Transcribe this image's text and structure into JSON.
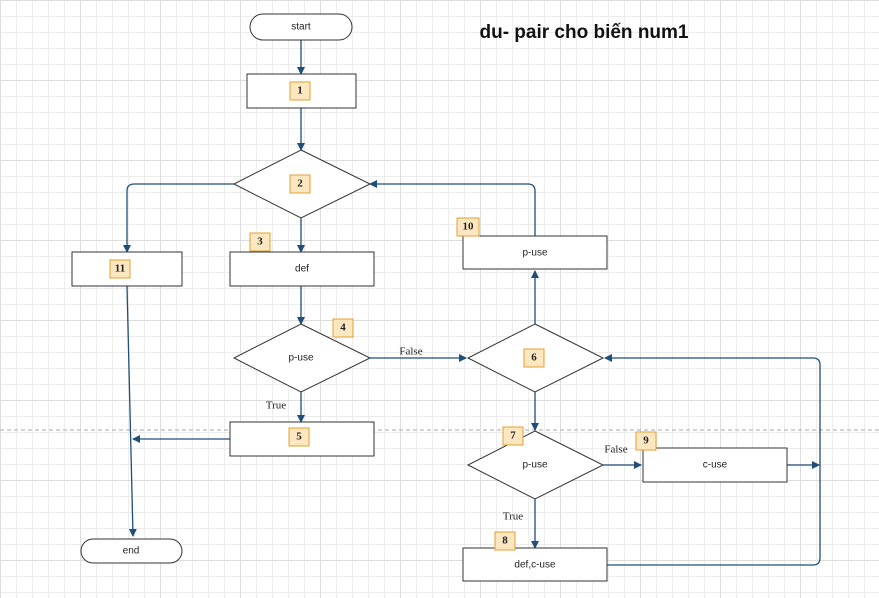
{
  "title": "du- pair cho biến num1",
  "nodes": {
    "start": {
      "text": "start"
    },
    "n1": {
      "badge": "1",
      "text": ""
    },
    "n2": {
      "badge": "2",
      "text": ""
    },
    "n3": {
      "badge": "3",
      "text": "def"
    },
    "n4": {
      "badge": "4",
      "text": "p-use"
    },
    "n5": {
      "badge": "5",
      "text": ""
    },
    "n6": {
      "badge": "6",
      "text": ""
    },
    "n7": {
      "badge": "7",
      "text": "p-use"
    },
    "n8": {
      "badge": "8",
      "text": "def,c-use"
    },
    "n9": {
      "badge": "9",
      "text": "c-use"
    },
    "n10": {
      "badge": "10",
      "text": "p-use"
    },
    "n11": {
      "badge": "11",
      "text": ""
    },
    "end": {
      "text": "end"
    }
  },
  "edge_labels": {
    "false_4": "False",
    "true_4": "True",
    "false_7": "False",
    "true_7": "True"
  },
  "colors": {
    "edge": "#1f4e79",
    "badge_fill": "#fde7c0",
    "badge_border": "#e0a030"
  }
}
